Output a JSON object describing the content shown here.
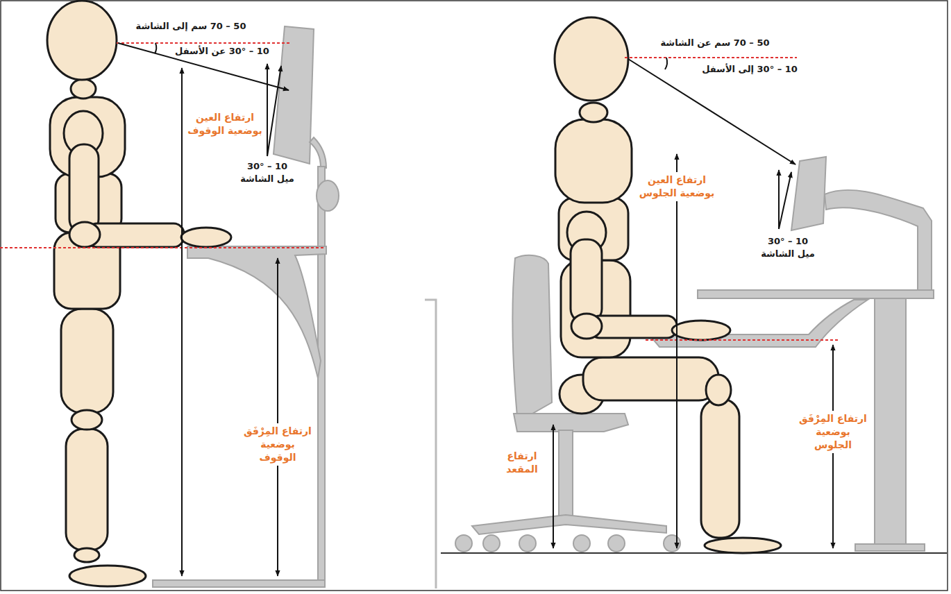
{
  "diagram": {
    "labels": [
      "50 – 70 سم إلى الشاشة",
      "10 – 30° عن الأسفل",
      "ارتفاع العين بوضعية الوقوف",
      "10 – 30°",
      "ميل الشاشة",
      "ارتفاع المِرْفَق بوضعية الوقوف",
      "50 – 70 سم عن الشاشة",
      "10 – 30° إلى الأسفل",
      "ارتفاع العين بوضعية الجلوس",
      "10 – 30°",
      "ميل الشاشة",
      "ارتفاع المقعد",
      "ارتفاع المِرْفَق بوضعية الجلوس"
    ]
  }
}
